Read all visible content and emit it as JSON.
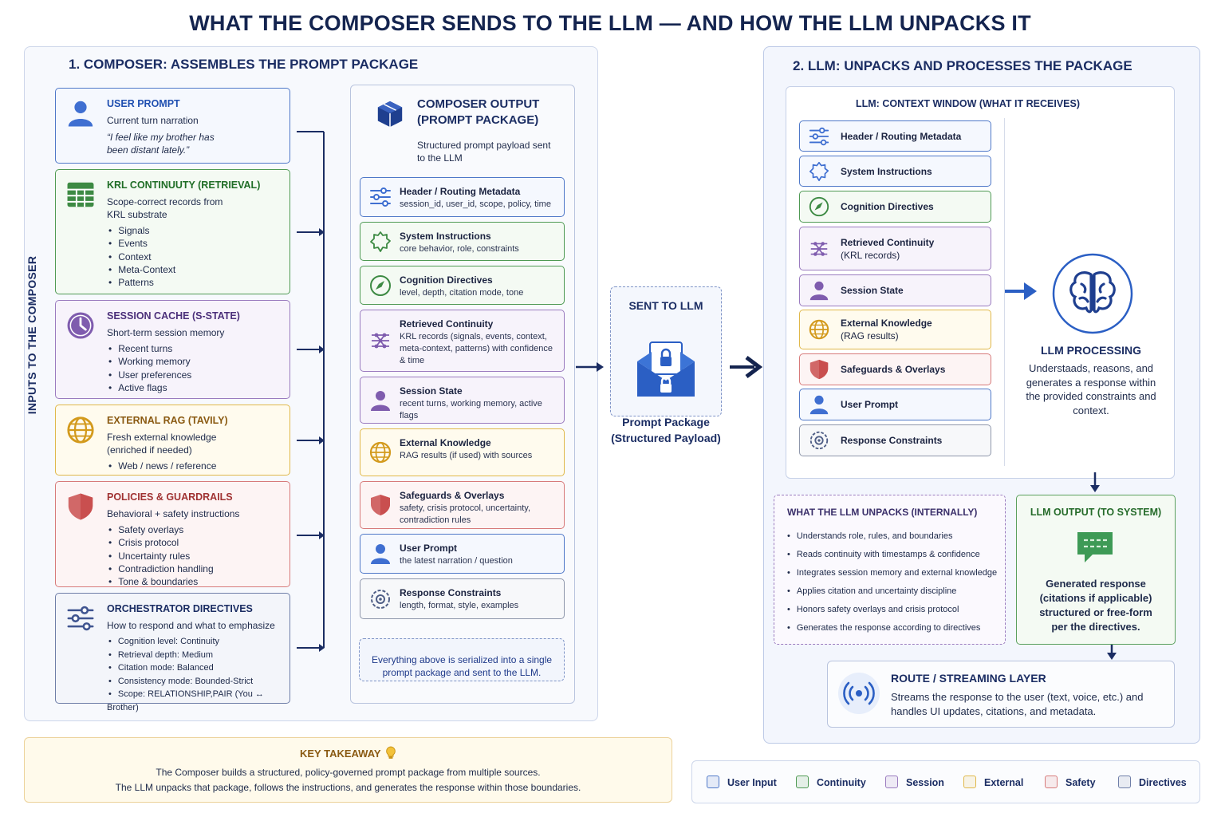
{
  "title": "WHAT THE COMPOSER SENDS TO THE LLM  — AND HOW THE LLM UNPACKS IT",
  "composer": {
    "section_title": "1. COMPOSER: ASSEMBLES THE PROMPT PACKAGE",
    "side_label": "INPUTS TO THE COMPOSER",
    "inputs": [
      {
        "title": "USER PROMPT",
        "subtitle": "Current turn narration",
        "quote": "“I feel like my brother has been distant lately.”",
        "icon": "user-icon"
      },
      {
        "title": "KRL CONTINUUTY (RETRIEVAL)",
        "subtitle": "Scope-correct records from KRL substrate",
        "bullets": [
          "Signals",
          "Events",
          "Context",
          "Meta-Context",
          "Patterns"
        ],
        "icon": "table-grid-icon"
      },
      {
        "title": "SESSION CACHE (S-STATE)",
        "subtitle": "Short-term session memory",
        "bullets": [
          "Recent turns",
          "Working memory",
          "User preferences",
          "Active flags"
        ],
        "icon": "clock-icon"
      },
      {
        "title": "EXTERNAL RAG (TAVILY)",
        "subtitle": "Fresh external knowledge (enriched if needed)",
        "bullets": [
          "Web / news / reference"
        ],
        "icon": "globe-icon"
      },
      {
        "title": "POLICIES & GUARDRAILS",
        "subtitle": "Behavioral + safety instructions",
        "bullets": [
          "Safety overlays",
          "Crisis protocol",
          "Uncertainty rules",
          "Contradiction handling",
          "Tone & boundaries"
        ],
        "icon": "shield-icon"
      },
      {
        "title": "ORCHESTRATOR DIRECTIVES",
        "subtitle": "How to respond and what to emphasize",
        "bullets": [
          "Cognition level: Continuity",
          "Retrieval depth: Medium",
          "Citation mode: Balanced",
          "Consistency mode: Bounded-Strict",
          "Scope: RELATIONSHIP,PAIR (You ↔ Brother)"
        ],
        "icon": "sliders-icon"
      }
    ],
    "output": {
      "title_line1": "COMPOSER OUTPUT",
      "title_line2": "(PROMPT PACKAGE)",
      "subtitle": "Structured prompt payload sent to the LLM",
      "items": [
        {
          "title": "Header / Routing Metadata",
          "sub": "session_id, user_id, scope, policy, time",
          "icon": "sliders-icon"
        },
        {
          "title": "System Instructions",
          "sub": "core behavior, role, constraints",
          "icon": "gear-leaf-icon"
        },
        {
          "title": "Cognition Directives",
          "sub": "level, depth, citation mode, tone",
          "icon": "compass-icon"
        },
        {
          "title": "Retrieved Continuity",
          "sub": "KRL records (signals, events, context, meta-context, patterns) with confidence & time",
          "icon": "network-icon"
        },
        {
          "title": "Session State",
          "sub": "recent turns, working memory, active flags",
          "icon": "user-icon"
        },
        {
          "title": "External Knowledge",
          "sub": "RAG results (if used) with sources",
          "icon": "globe-icon"
        },
        {
          "title": "Safeguards & Overlays",
          "sub": "safety, crisis protocol, uncertainty, contradiction rules",
          "icon": "shield-icon"
        },
        {
          "title": "User Prompt",
          "sub": "the latest narration / question",
          "icon": "user-icon"
        },
        {
          "title": "Response Constraints",
          "sub": "length, format, style, examples",
          "icon": "settings-icon"
        }
      ],
      "footer": "Everything above is serialized into a single prompt package and sent to the LLM."
    }
  },
  "sent": {
    "label": "SENT TO LLM",
    "caption_line1": "Prompt Package",
    "caption_line2": "(Structured Payload)",
    "icon": "locked-envelope-icon"
  },
  "llm": {
    "section_title": "2. LLM: UNPACKS AND PROCESSES THE PACKAGE",
    "context_title": "LLM: CONTEXT WINDOW (WHAT IT RECEIVES)",
    "context_items": [
      {
        "title": "Header / Routing Metadata",
        "sub": "",
        "icon": "sliders-icon"
      },
      {
        "title": "System Instructions",
        "sub": "",
        "icon": "gear-leaf-icon"
      },
      {
        "title": "Cognition Directives",
        "sub": "",
        "icon": "compass-icon"
      },
      {
        "title": "Retrieved Continuity",
        "sub": "(KRL records)",
        "icon": "network-icon"
      },
      {
        "title": "Session State",
        "sub": "",
        "icon": "user-icon"
      },
      {
        "title": "External Knowledge",
        "sub": "(RAG results)",
        "icon": "globe-icon"
      },
      {
        "title": "Safeguards & Overlays",
        "sub": "",
        "icon": "shield-icon"
      },
      {
        "title": "User Prompt",
        "sub": "",
        "icon": "user-icon"
      },
      {
        "title": "Response Constraints",
        "sub": "",
        "icon": "settings-icon"
      }
    ],
    "processing": {
      "title": "LLM PROCESSING",
      "text": "Understaads, reasons, and generates a response within the provided constraints and context.",
      "icon": "brain-icon"
    },
    "unpacks": {
      "title": "WHAT THE LLM UNPACKS (INTERNALLY)",
      "items": [
        "Understands role, rules, and boundaries",
        "Reads continuity with timestamps & confidence",
        "Integrates session memory and external knowledge",
        "Applies citation and uncertainty discipline",
        "Honors safety overlays and crisis protocol",
        "Generates the response according to directives"
      ]
    },
    "output": {
      "title": "LLM OUTPUT (TO SYSTEM)",
      "text": "Generated response (citations if applicable) structured or free-form per the directives.",
      "icon": "chat-bubble-icon"
    },
    "route": {
      "title": "ROUTE / STREAMING LAYER",
      "text": "Streams the response to the user (text, voice, etc.) and handles UI updates, citations, and metadata.",
      "icon": "broadcast-icon"
    }
  },
  "takeaway": {
    "title": "KEY TAKEAWAY",
    "icon": "lightbulb-icon",
    "line1": "The Composer builds a structured, policy-governed prompt package from multiple sources.",
    "line2": "The LLM unpacks that package, follows the instructions, and generates the response within those boundaries."
  },
  "legend": [
    {
      "label": "User Input",
      "color": "#4f78c8"
    },
    {
      "label": "Continuity",
      "color": "#4f9a54"
    },
    {
      "label": "Session",
      "color": "#9a7bbf"
    },
    {
      "label": "External",
      "color": "#e0b84a"
    },
    {
      "label": "Safety",
      "color": "#d77a7a"
    },
    {
      "label": "Directives",
      "color": "#6e7ea8"
    }
  ]
}
